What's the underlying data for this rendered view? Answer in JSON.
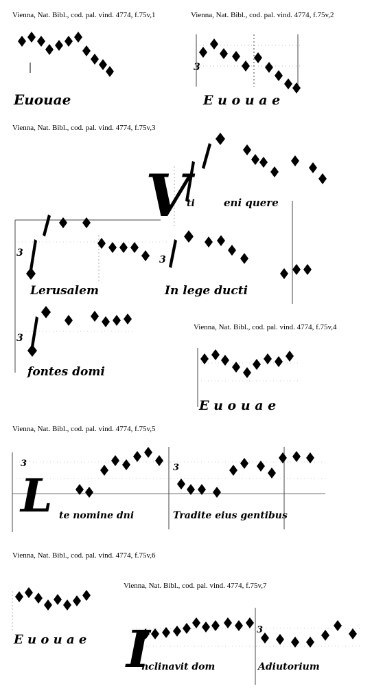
{
  "captions": {
    "c1": "Vienna, Nat. Bibl., cod. pal. vind. 4774, f.75v,1",
    "c2": "Vienna, Nat. Bibl., cod. pal. vind. 4774, f.75v,2",
    "c3": "Vienna, Nat. Bibl., cod. pal. vind. 4774, f.75v,3",
    "c4": "Vienna, Nat. Bibl., cod. pal. vind. 4774, f.75v,4",
    "c5": "Vienna, Nat. Bibl., cod. pal. vind. 4774, f.75v,5",
    "c6": "Vienna, Nat. Bibl., cod. pal. vind. 4774, f.75v,6",
    "c7": "Vienna, Nat. Bibl., cod. pal. vind. 4774, f.75v,7"
  },
  "lyrics": {
    "e1": "Euouae",
    "e2": "E u o u a e",
    "e3a": "V",
    "e3b": "eni quere",
    "e3c": "Lerusalem",
    "e3d": "In lege ducti",
    "e3e": "fontes domi",
    "e4": "E u o u a e",
    "e5a": "L",
    "e5b": "te nomine dni",
    "e5c": "Tradite eius gentibus",
    "e6": "E u o u a e",
    "e7a": "I",
    "e7b": "nclinavit dom",
    "e7c": "Adiutorium"
  },
  "colors": {
    "ink": "#000000",
    "paper": "#ffffff",
    "ruling": "#444444"
  }
}
